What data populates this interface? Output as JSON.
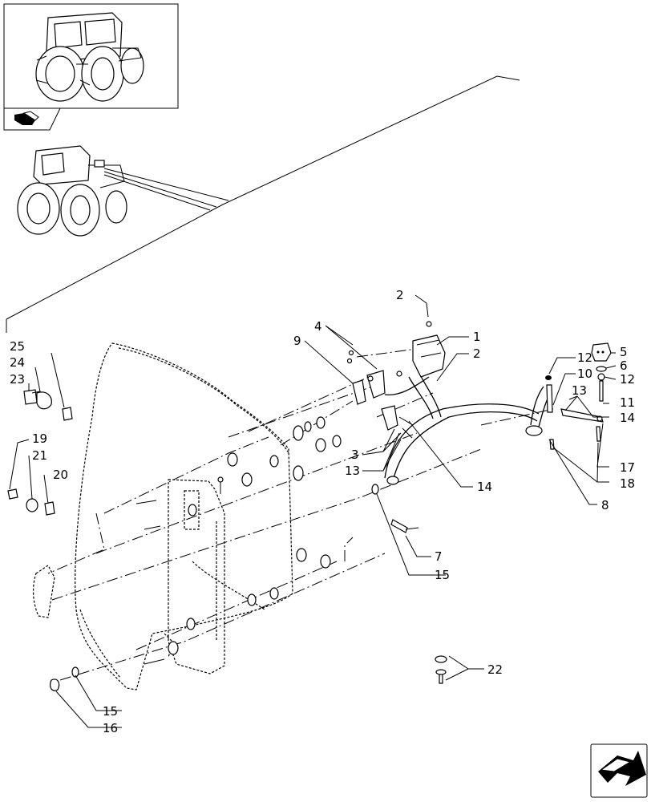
{
  "title": "",
  "callouts": [
    "1",
    "2",
    "3",
    "4",
    "5",
    "6",
    "7",
    "8",
    "9",
    "10",
    "11",
    "12",
    "13",
    "14",
    "15",
    "16",
    "17",
    "18",
    "19",
    "20",
    "21",
    "22",
    "23",
    "24",
    "25"
  ],
  "labels": {
    "c2a": "2",
    "c1": "1",
    "c2b": "2",
    "c4": "4",
    "c9": "9",
    "c25": "25",
    "c24": "24",
    "c23": "23",
    "c19": "19",
    "c21": "21",
    "c20": "20",
    "c3": "3",
    "c13a": "13",
    "c14a": "14",
    "c12a": "12",
    "c5": "5",
    "c10": "10",
    "c6": "6",
    "c13b": "13",
    "c12b": "12",
    "c11": "11",
    "c14b": "14",
    "c17": "17",
    "c18": "18",
    "c8": "8",
    "c7": "7",
    "c15a": "15",
    "c22": "22",
    "c15b": "15",
    "c16": "16"
  },
  "icons": [
    "tractor-overview-icon",
    "tractor-rear-icon",
    "folder-tab-icon",
    "next-page-arrow-icon"
  ]
}
